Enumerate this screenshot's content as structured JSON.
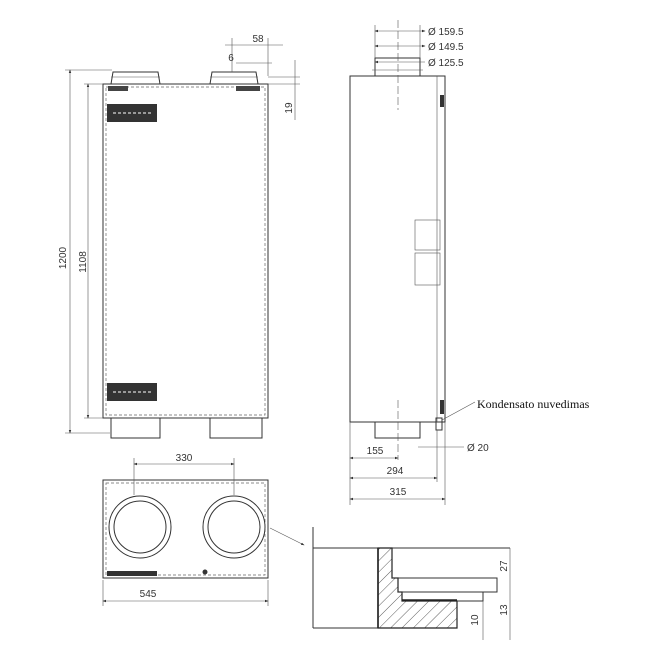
{
  "front_view": {
    "dim_height_total": "1200",
    "dim_height_body": "1108",
    "dim_spigot_offset": "58",
    "dim_small_offset": "6",
    "dim_top_gap": "19"
  },
  "side_view": {
    "diameters": [
      "Ø 159.5",
      "Ø 149.5",
      "Ø 125.5"
    ],
    "dim_spigot_pos": "155",
    "dim_drain_pos": "294",
    "dim_depth": "315",
    "dim_drain_diameter": "Ø 20",
    "drain_label": "Kondensato nuvedimas"
  },
  "bottom_view": {
    "dim_spigot_spacing": "330",
    "dim_width": "545"
  },
  "detail_view": {
    "dim_a": "27",
    "dim_b": "13",
    "dim_c": "10"
  }
}
